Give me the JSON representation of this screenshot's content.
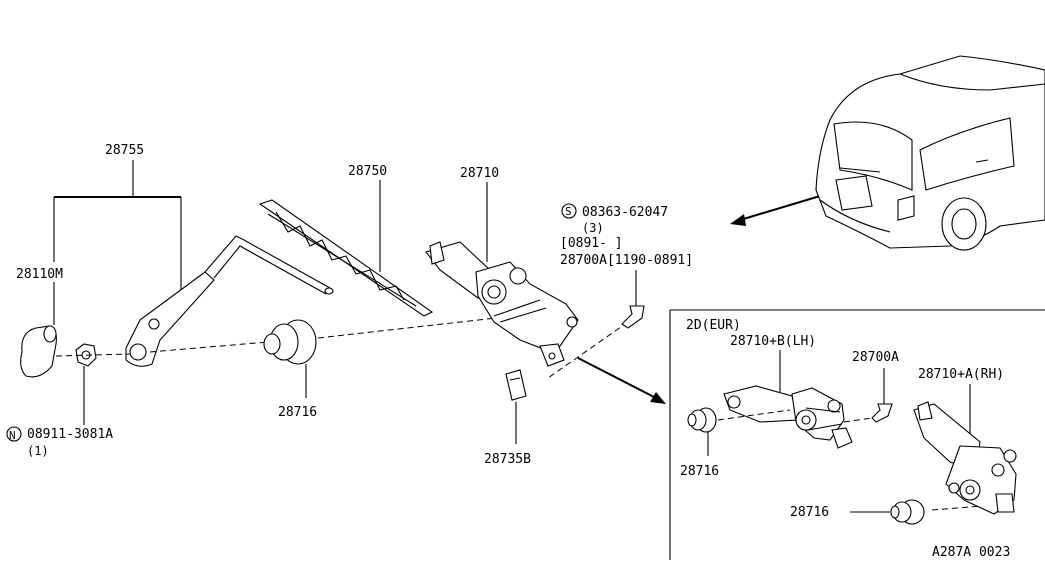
{
  "labels": {
    "arm_assembly": "28755",
    "cap": "28110M",
    "nut": "08911-3081A",
    "nut_qty": "(1)",
    "nut_symbol": "N",
    "grommet": "28716",
    "blade": "28750",
    "motor": "28710",
    "screw": "08363-62047",
    "screw_qty": "(3)",
    "screw_symbol": "S",
    "date_range": "[0891-   ]",
    "alt_screw": "28700A[1190-0891]",
    "bracket": "28735B",
    "inset_title": "2D(EUR)",
    "inset_motor_lh": "28710+B(LH)",
    "inset_screw": "28700A",
    "inset_motor_rh": "28710+A(RH)",
    "inset_grommet_1": "28716",
    "inset_grommet_2": "28716",
    "figure_code": "A287A 0023"
  }
}
